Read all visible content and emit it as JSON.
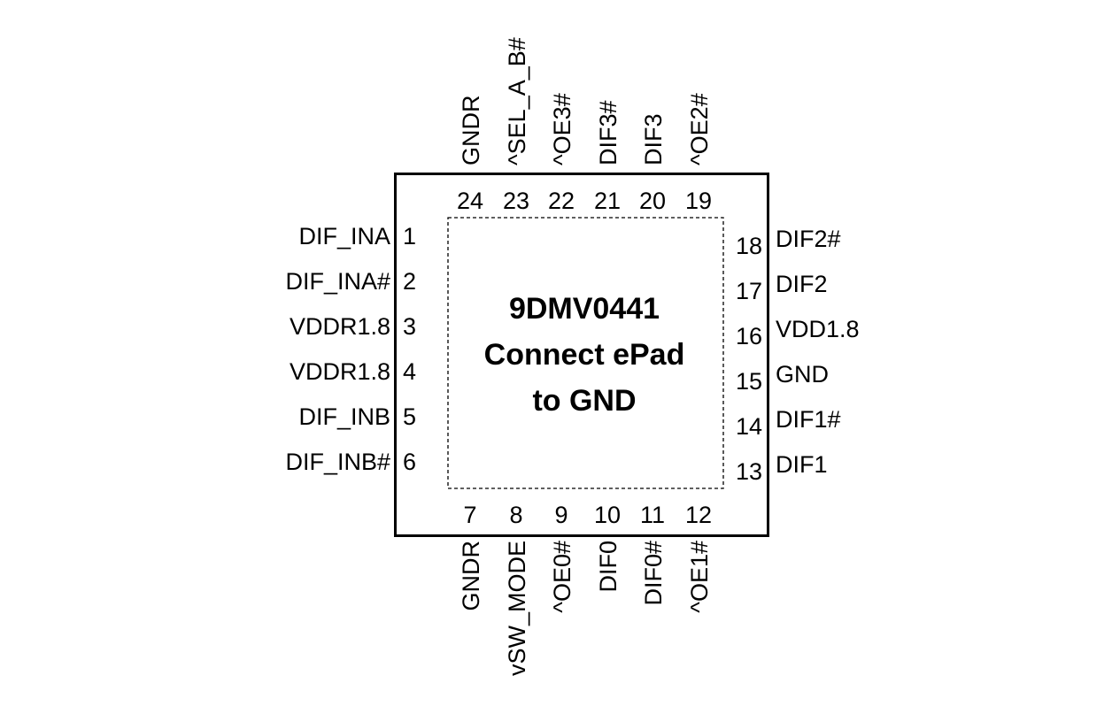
{
  "package": {
    "lines": [
      "9DMV0441",
      "Connect ePad",
      "to GND"
    ]
  },
  "pins": {
    "left": [
      {
        "number": "1",
        "name": "DIF_INA"
      },
      {
        "number": "2",
        "name": "DIF_INA#"
      },
      {
        "number": "3",
        "name": "VDDR1.8"
      },
      {
        "number": "4",
        "name": "VDDR1.8"
      },
      {
        "number": "5",
        "name": "DIF_INB"
      },
      {
        "number": "6",
        "name": "DIF_INB#"
      }
    ],
    "bottom": [
      {
        "number": "7",
        "name": "GNDR"
      },
      {
        "number": "8",
        "name": "vSW_MODE"
      },
      {
        "number": "9",
        "name": "^OE0#"
      },
      {
        "number": "10",
        "name": "DIF0"
      },
      {
        "number": "11",
        "name": "DIF0#"
      },
      {
        "number": "12",
        "name": "^OE1#"
      }
    ],
    "right": [
      {
        "number": "13",
        "name": "DIF1"
      },
      {
        "number": "14",
        "name": "DIF1#"
      },
      {
        "number": "15",
        "name": "GND"
      },
      {
        "number": "16",
        "name": "VDD1.8"
      },
      {
        "number": "17",
        "name": "DIF2"
      },
      {
        "number": "18",
        "name": "DIF2#"
      }
    ],
    "top": [
      {
        "number": "19",
        "name": "^OE2#"
      },
      {
        "number": "20",
        "name": "DIF3"
      },
      {
        "number": "21",
        "name": "DIF3#"
      },
      {
        "number": "22",
        "name": "^OE3#"
      },
      {
        "number": "23",
        "name": "^SEL_A_B#"
      },
      {
        "number": "24",
        "name": "GNDR"
      }
    ]
  },
  "colors": {
    "outline": "#000000",
    "text": "#000000",
    "background": "#ffffff"
  }
}
